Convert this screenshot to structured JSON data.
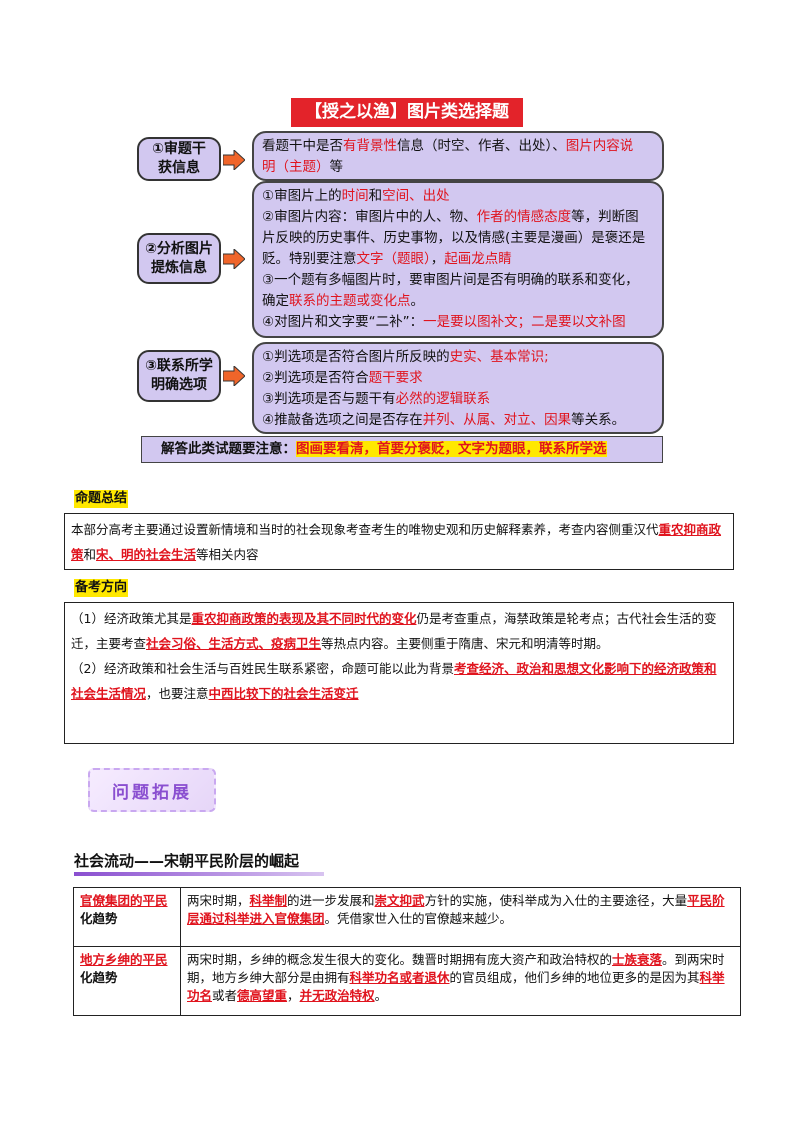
{
  "banner": "【授之以渔】图片类选择题",
  "steps": [
    {
      "label_l1": "①审题干",
      "label_l2": "获信息",
      "lines": [
        [
          {
            "t": "看题干中是否"
          },
          {
            "t": "有背景性",
            "r": 1
          },
          {
            "t": "信息（时空、作者、出处）、"
          },
          {
            "t": "图片内容说",
            "r": 1
          }
        ],
        [
          {
            "t": "明（主题）",
            "r": 1
          },
          {
            "t": "等"
          }
        ]
      ]
    },
    {
      "label_l1": "②分析图片",
      "label_l2": "提炼信息",
      "lines": [
        [
          {
            "t": "①审图片上的"
          },
          {
            "t": "时间",
            "r": 1
          },
          {
            "t": "和"
          },
          {
            "t": "空间、出处",
            "r": 1
          }
        ],
        [
          {
            "t": "②审图片内容：审图片中的人、物、"
          },
          {
            "t": "作者的情感态度",
            "r": 1
          },
          {
            "t": "等，判断图"
          }
        ],
        [
          {
            "t": "片反映的历史事件、历史事物，以及情感(主要是漫画）是褒还是"
          }
        ],
        [
          {
            "t": "贬。特别要注意"
          },
          {
            "t": "文字（题眼）",
            "r": 1
          },
          {
            "t": "，"
          },
          {
            "t": "起画龙点睛",
            "r": 1
          }
        ],
        [
          {
            "t": "③一个题有多幅图片时，要审图片间是否有明确的联系和变化，"
          }
        ],
        [
          {
            "t": "确定"
          },
          {
            "t": "联系的主题或变化点",
            "r": 1
          },
          {
            "t": "。"
          }
        ],
        [
          {
            "t": "④对图片和文字要“二补”："
          },
          {
            "t": "一是要以图补文；二是要以文补图",
            "r": 1
          }
        ]
      ]
    },
    {
      "label_l1": "③联系所学",
      "label_l2": "明确选项",
      "lines": [
        [
          {
            "t": "①判选项是否符合图片所反映的"
          },
          {
            "t": "史实、基本常识;",
            "r": 1
          }
        ],
        [
          {
            "t": "②判选项是否符合"
          },
          {
            "t": "题干要求",
            "r": 1
          }
        ],
        [
          {
            "t": "③判选项是否与题干有"
          },
          {
            "t": "必然的逻辑联系",
            "r": 1
          }
        ],
        [
          {
            "t": "④推敲备选项之间是否存在"
          },
          {
            "t": "并列、从属、对立、因果",
            "r": 1
          },
          {
            "t": "等关系。"
          }
        ]
      ]
    }
  ],
  "tip": {
    "lead": "解答此类试题要注意：",
    "hl": "图画要看清，首要分褒贬，文字为题眼，联系所学选"
  },
  "summary": {
    "heading": "命题总结",
    "text_a": "本部分高考主要通过设置新情境和当时的社会现象考查考生的唯物史观和历史解释素养，考查内容侧重汉代",
    "k1": "重农抑商政策",
    "mid": "和",
    "k2": "宋、明的社会生活",
    "tail": "等相关内容"
  },
  "direction": {
    "heading": "备考方向",
    "p1_a": "（1）经济政策尤其是",
    "p1_k1": "重农抑商政策的表现及其不同时代的变化",
    "p1_b": "仍是考查重点，海禁政策是轮考点；古代社会生活的变迁，主要考查",
    "p1_k2": "社会习俗、生活方式、疫病卫生",
    "p1_c": "等热点内容。主要侧重于隋唐、宋元和明清等时期。",
    "p2_a": "（2）经济政策和社会生活与百姓民生联系紧密，命题可能以此为背景",
    "p2_k1": "考查经济、政治和思想文化影响下的经济政策和社会生活情况",
    "p2_b": "，也要注意",
    "p2_k2": "中西比较下的社会生活变迁"
  },
  "badge": "问题拓展",
  "section_title": "社会流动——宋朝平民阶层的崛起",
  "table": [
    {
      "k_red": "官僚集团的平民",
      "k_tail": "化趋势",
      "v": [
        {
          "t": "两宋时期，"
        },
        {
          "t": "科举制",
          "r": 1
        },
        {
          "t": "的进一步发展和"
        },
        {
          "t": "崇文抑武",
          "r": 1
        },
        {
          "t": "方针的实施，使科举成为入仕的主要途径，大量"
        },
        {
          "t": "平民阶层通过科举进入官僚集团",
          "r": 1
        },
        {
          "t": "。凭借家世入仕的官僚越来越少。"
        }
      ]
    },
    {
      "k_red": "地方乡绅的平民",
      "k_tail": "化趋势",
      "v": [
        {
          "t": "两宋时期，乡绅的概念发生很大的变化。魏晋时期拥有庞大资产和政治特权的"
        },
        {
          "t": "士族衰落",
          "r": 1
        },
        {
          "t": "。到两宋时期，地方乡绅大部分是由拥有"
        },
        {
          "t": "科举功名或者退休",
          "r": 1
        },
        {
          "t": "的官员组成，他们乡绅的地位更多的是因为其"
        },
        {
          "t": "科举功名",
          "r": 1
        },
        {
          "t": "或者"
        },
        {
          "t": "德高望重",
          "r": 1
        },
        {
          "t": "，"
        },
        {
          "t": "并无政治特权",
          "r": 1
        },
        {
          "t": "。"
        }
      ]
    }
  ]
}
